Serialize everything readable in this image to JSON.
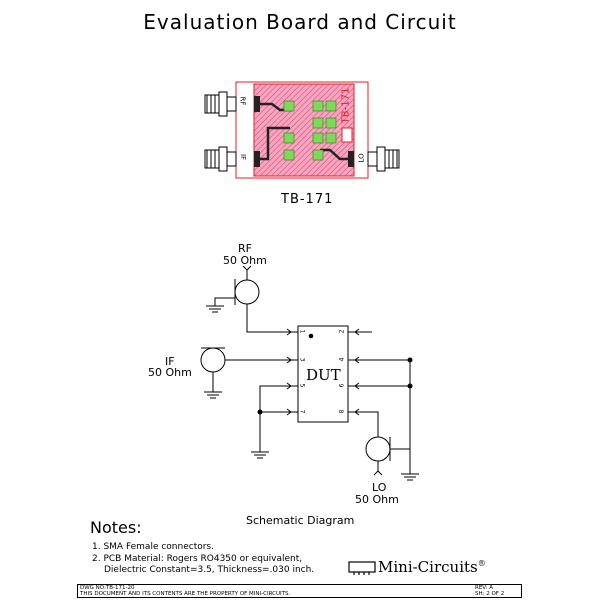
{
  "title": "Evaluation Board and Circuit",
  "board": {
    "label": "TB-171",
    "silkscreen": "TB-171",
    "port_rf": "RF",
    "port_if": "IF",
    "port_lo": "LO"
  },
  "schematic": {
    "caption": "Schematic Diagram",
    "device": "DUT",
    "rf": {
      "name": "RF",
      "impedance": "50 Ohm"
    },
    "if": {
      "name": "IF",
      "impedance": "50 Ohm"
    },
    "lo": {
      "name": "LO",
      "impedance": "50 Ohm"
    },
    "pins": [
      "1",
      "2",
      "3",
      "4",
      "5",
      "6",
      "7",
      "8"
    ]
  },
  "notes": {
    "heading": "Notes:",
    "items": [
      "1. SMA Female connectors.",
      "2. PCB Material: Rogers RO4350 or equivalent,",
      "Dielectric Constant=3.5, Thickness=.030 inch."
    ]
  },
  "logo": {
    "text": "Mini-Circuits",
    "mark": "®"
  },
  "footer": {
    "dwg": "DWG NO:TB-171-20",
    "disclaimer": "THIS DOCUMENT AND ITS CONTENTS ARE THE PROPERTY OF MINI-CIRCUITS.",
    "rev": "REV: A",
    "sheet": "SH: 2 OF 2"
  },
  "colors": {
    "pcb_fill": "#f4a6c4",
    "pcb_outline": "#e0202a",
    "pad_green": "#7ed957",
    "trace": "#222222"
  }
}
